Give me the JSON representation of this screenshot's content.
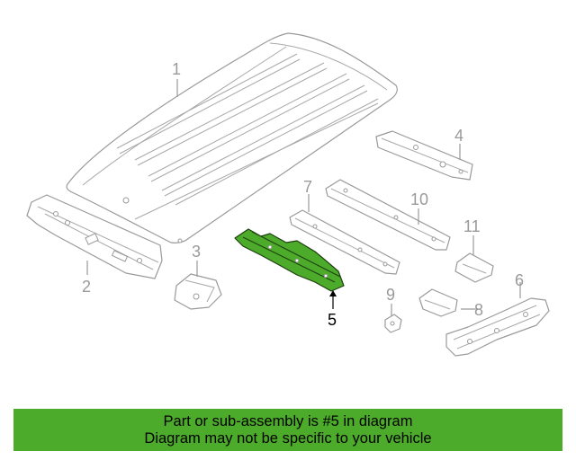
{
  "diagram": {
    "callouts": {
      "c1": "1",
      "c2": "2",
      "c3": "3",
      "c4": "4",
      "c5": "5",
      "c6": "6",
      "c7": "7",
      "c8": "8",
      "c9": "9",
      "c10": "10",
      "c11": "11"
    },
    "highlighted_part": "5",
    "colors": {
      "highlight": "#4cab2a",
      "line": "#9a9a9a",
      "banner": "#4cab2a"
    }
  },
  "banner": {
    "line1": "Part or sub-assembly is #5 in diagram",
    "line2": "Diagram may not be specific to your vehicle"
  }
}
